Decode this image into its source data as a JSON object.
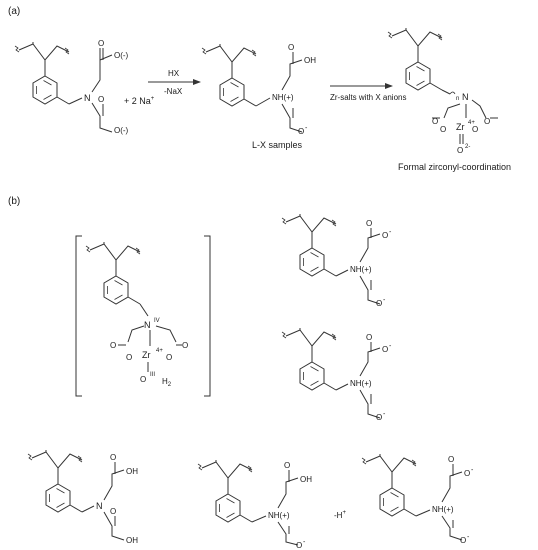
{
  "panels": {
    "a": "(a)",
    "b": "(b)"
  },
  "reaction_a": {
    "reagent": "+ 2 Na",
    "reagent_charge": "+",
    "arrow1_top": "HX",
    "arrow1_bottom": "-NaX",
    "arrow2_label": "Zr-salts with X anions",
    "caption_middle": "L-X samples",
    "caption_right": "Formal zirconyl-coordination"
  },
  "atoms": {
    "N": "N",
    "NH": "NH(+)",
    "O": "O",
    "OH": "OH",
    "Oneg": "O(-)",
    "Zr": "Zr",
    "Zr_charge": "4+",
    "IV": "IV",
    "III": "III",
    "H2": "H",
    "two": "2",
    "two_minus": "2-",
    "minus": "-",
    "minusH": "-H",
    "plus": "+",
    "sub_n": "n"
  },
  "colors": {
    "line": "#333333",
    "text": "#1a1a1a",
    "background": "#ffffff"
  }
}
